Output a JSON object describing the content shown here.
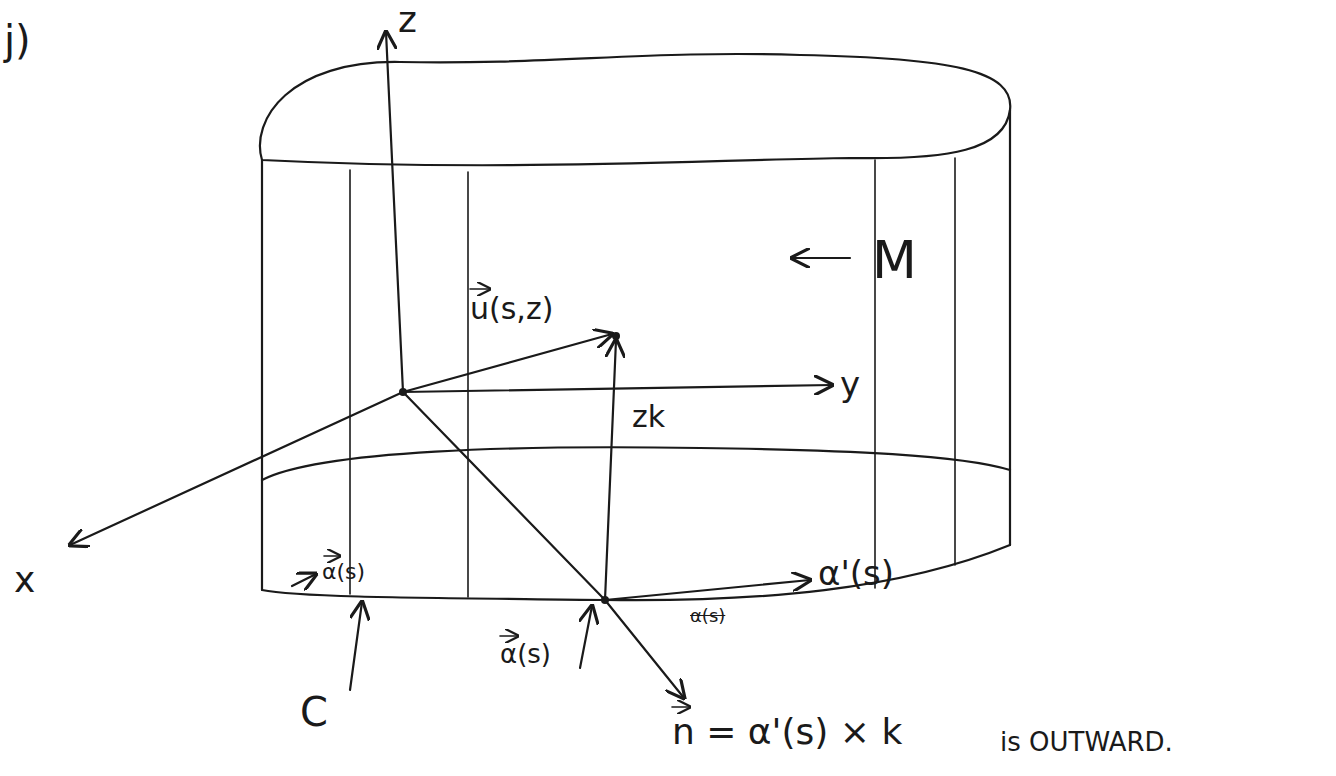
{
  "diagram": {
    "labels": [
      "j)",
      "z",
      "y",
      "x",
      "M",
      "u(s,z)",
      "zk",
      "α'(s)",
      "α(s)",
      "α(s)",
      "C",
      "α(s)",
      "n = α'(s) × k",
      "is OUTWARD."
    ]
  }
}
